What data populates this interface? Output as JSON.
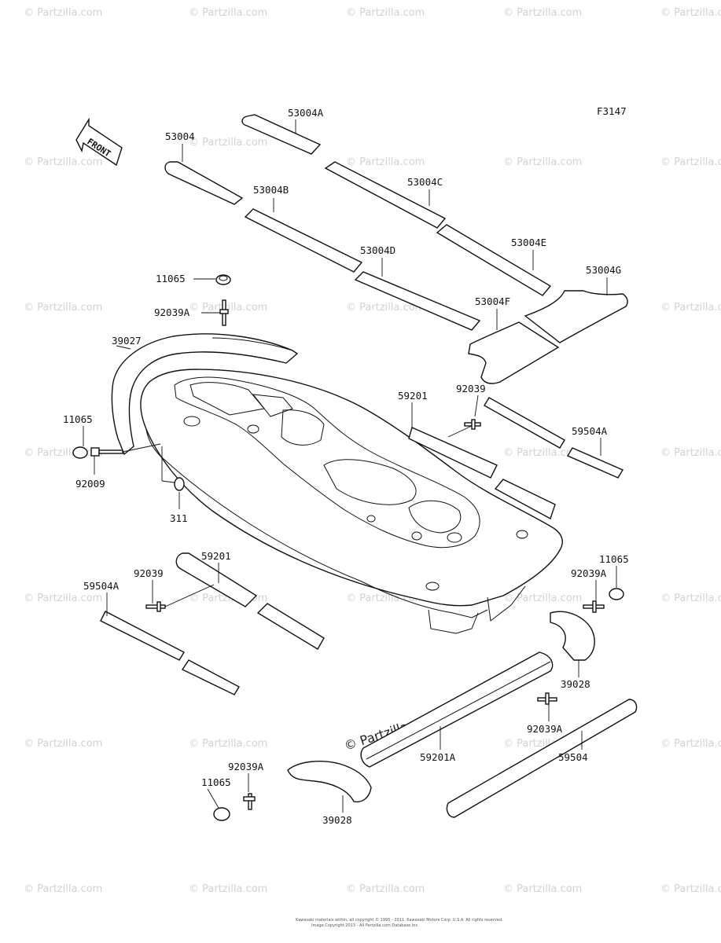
{
  "figure_code": "F3147",
  "front_label": "FRONT",
  "watermark": "© Partzilla.com",
  "footer": {
    "line1": "Kawasaki materials within, all copyright © 1995 - 2011. Kawasaki Motors Corp. U.S.A. All rights reserved.",
    "line2": "Image Copyright 2013 - All Partzilla.com Database Inc."
  },
  "parts": {
    "p53004": "53004",
    "p53004A": "53004A",
    "p53004B": "53004B",
    "p53004C": "53004C",
    "p53004D": "53004D",
    "p53004E": "53004E",
    "p53004F": "53004F",
    "p53004G": "53004G",
    "p11065_a": "11065",
    "p92039A_a": "92039A",
    "p39027": "39027",
    "p11065_b": "11065",
    "p92009": "92009",
    "p311": "311",
    "p59201_a": "59201",
    "p92039_a": "92039",
    "p59504A_a": "59504A",
    "p59201_b": "59201",
    "p92039_b": "92039",
    "p59504A_b": "59504A",
    "p11065_c": "11065",
    "p92039A_b": "92039A",
    "p39028_a": "39028",
    "p92039A_c": "92039A",
    "p59201A": "59201A",
    "p59504": "59504",
    "p92039A_d": "92039A",
    "p11065_d": "11065",
    "p39028_b": "39028"
  }
}
